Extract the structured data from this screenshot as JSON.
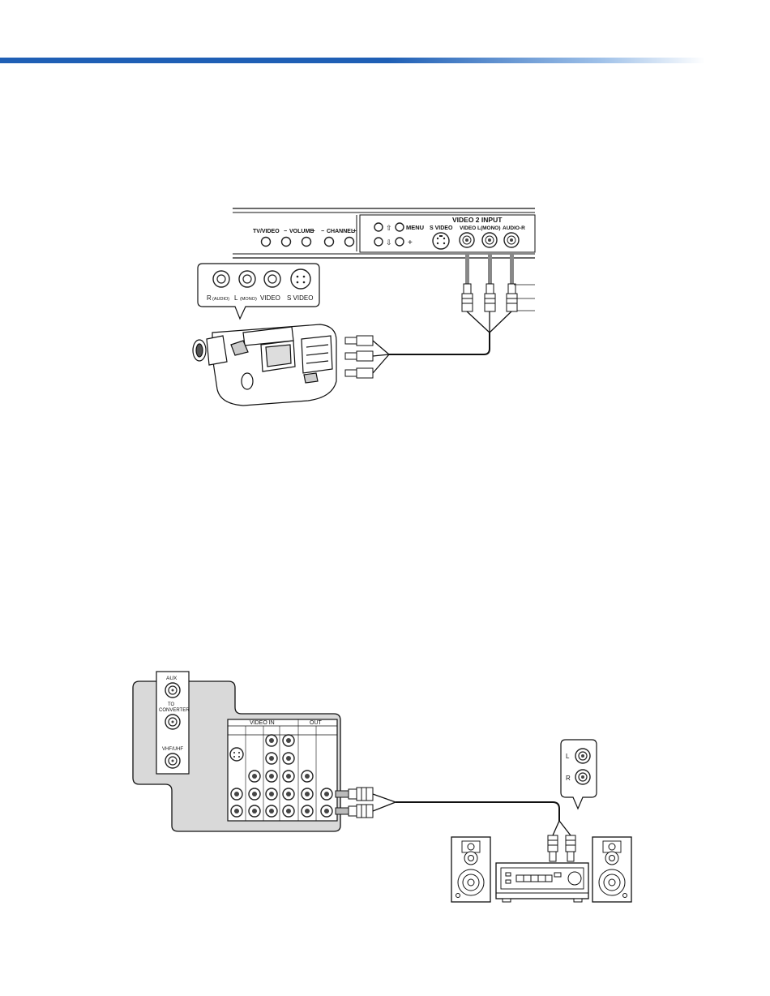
{
  "header": {
    "accent_color": "#1f5fb5"
  },
  "tv_panel": {
    "front_controls": {
      "tv_video": "TV/VIDEO",
      "volume": "VOLUME",
      "channel": "CHANNEL"
    },
    "menu_label": "MENU",
    "input_section_title": "VIDEO 2 INPUT",
    "s_video_label": "S VIDEO",
    "video_label": "VIDEO",
    "l_mono_label": "L(MONO)",
    "audio_r_label": "AUDIO-R"
  },
  "camcorder_callout": {
    "r_audio": "R",
    "r_audio_sub": "(AUDIO)",
    "l_mono": "L",
    "l_mono_sub": "(MONO)",
    "video": "VIDEO",
    "s_video": "S VIDEO"
  },
  "rear_panel": {
    "aux": "AUX",
    "to_converter_1": "TO",
    "to_converter_2": "CONVERTER",
    "vhf_uhf": "VHF/UHF",
    "video_in": "VIDEO IN",
    "out": "OUT"
  },
  "amp_callout": {
    "left": "L",
    "right": "R"
  }
}
